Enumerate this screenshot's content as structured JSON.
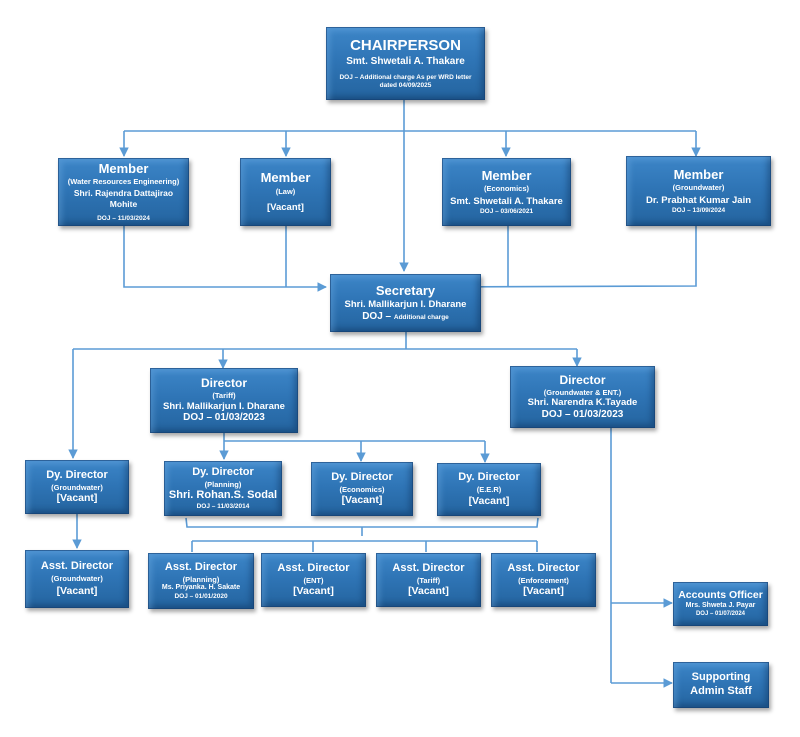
{
  "chart": {
    "chairperson": {
      "title": "CHAIRPERSON",
      "name": "Smt. Shwetali A. Thakare",
      "doj": "DOJ – Additional charge As per WRD letter dated 04/09/2025"
    },
    "members": [
      {
        "title": "Member",
        "dept": "(Water Resources Engineering)",
        "name": "Shri. Rajendra Dattajirao Mohite",
        "doj": "DOJ – 11/03/2024"
      },
      {
        "title": "Member",
        "dept": "(Law)",
        "name": "[Vacant]",
        "doj": ""
      },
      {
        "title": "Member",
        "dept": "(Economics)",
        "name": "Smt. Shwetali A. Thakare",
        "doj": "DOJ – 03/06/2021"
      },
      {
        "title": "Member",
        "dept": "(Groundwater)",
        "name": "Dr. Prabhat Kumar Jain",
        "doj": "DOJ – 13/09/2024"
      }
    ],
    "secretary": {
      "title": "Secretary",
      "name": "Shri. Mallikarjun I. Dharane",
      "doj_label": "DOJ –",
      "doj_value": "Additional charge"
    },
    "directors": [
      {
        "title": "Director",
        "dept": "(Tariff)",
        "name": "Shri. Mallikarjun I. Dharane",
        "doj": "DOJ – 01/03/2023"
      },
      {
        "title": "Director",
        "dept": "(Groundwater & ENT.)",
        "name": "Shri. Narendra K.Tayade",
        "doj": "DOJ – 01/03/2023"
      }
    ],
    "dy_directors": [
      {
        "title": "Dy. Director",
        "dept": "(Groundwater)",
        "name": "[Vacant]",
        "doj": ""
      },
      {
        "title": "Dy. Director",
        "dept": "(Planning)",
        "name": "Shri. Rohan.S. Sodal",
        "doj": "DOJ – 11/03/2014"
      },
      {
        "title": "Dy. Director",
        "dept": "(Economics)",
        "name": "[Vacant]",
        "doj": ""
      },
      {
        "title": "Dy. Director",
        "dept": "(E.E.R)",
        "name": "[Vacant]",
        "doj": ""
      }
    ],
    "asst_directors": [
      {
        "title": "Asst. Director",
        "dept": "(Groundwater)",
        "name": "[Vacant]",
        "doj": ""
      },
      {
        "title": "Asst. Director",
        "dept": "(Planning)",
        "name": "Ms. Priyanka. H. Sakate",
        "doj": "DOJ – 01/01/2020"
      },
      {
        "title": "Asst. Director",
        "dept": "(ENT)",
        "name": "[Vacant]",
        "doj": ""
      },
      {
        "title": "Asst. Director",
        "dept": "(Tariff)",
        "name": "[Vacant]",
        "doj": ""
      },
      {
        "title": "Asst. Director",
        "dept": "(Enforcement)",
        "name": "[Vacant]",
        "doj": ""
      }
    ],
    "accounts_officer": {
      "title": "Accounts Officer",
      "name": "Mrs. Shweta J. Payar",
      "doj": "DOJ – 01/07/2024"
    },
    "admin_staff": {
      "title": "Supporting Admin Staff"
    },
    "colors": {
      "box": "#2f75b6",
      "connector": "#5b9bd5",
      "text": "#ffffff"
    }
  }
}
